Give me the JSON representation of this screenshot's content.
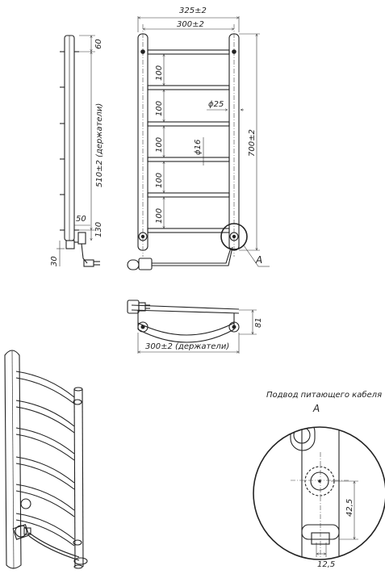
{
  "dims": {
    "overall_width": "325±2",
    "inner_width": "300±2",
    "top_offset": "60",
    "holder_height": "510±2 (держатели)",
    "bottom_offset": "130",
    "side_50": "50",
    "side_30": "30",
    "rung_100_1": "100",
    "rung_100_2": "100",
    "rung_100_3": "100",
    "rung_100_4": "100",
    "rung_100_5": "100",
    "pipe_dia": "ϕ25",
    "rung_dia": "ϕ16",
    "overall_height": "700±2",
    "callout_a": "A",
    "depth": "81",
    "holder_width": "300±2 (держатели)",
    "detail_title": "Подвод питающего кабеля",
    "detail_a": "A",
    "detail_42_5": "42,5",
    "detail_12_5": "12,5"
  }
}
